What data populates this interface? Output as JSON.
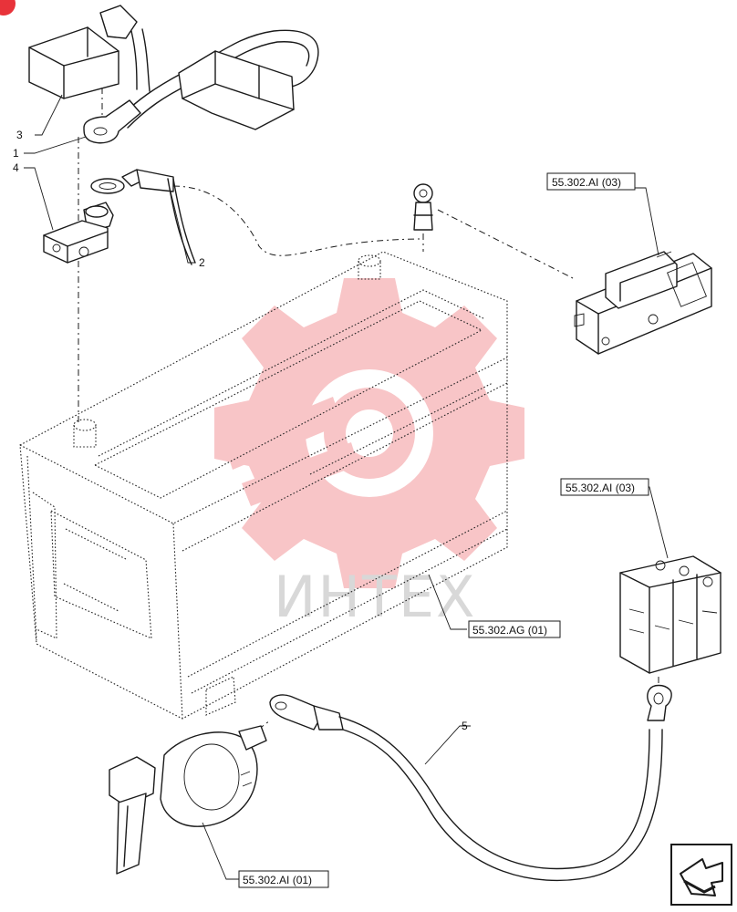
{
  "callouts": [
    "1",
    "2",
    "3",
    "4",
    "5"
  ],
  "references": [
    "55.302.AI (03)",
    "55.302.AI (03)",
    "55.302.AG (01)",
    "55.302.AI (01)"
  ],
  "watermark": {
    "text": "ИНТЕХ",
    "color": "#e8333a"
  },
  "colors": {
    "line": "#1a1a1a",
    "corner_badge": "#e8333a"
  },
  "icons": [
    "next-page-arrow-icon",
    "gear-watermark-icon"
  ]
}
